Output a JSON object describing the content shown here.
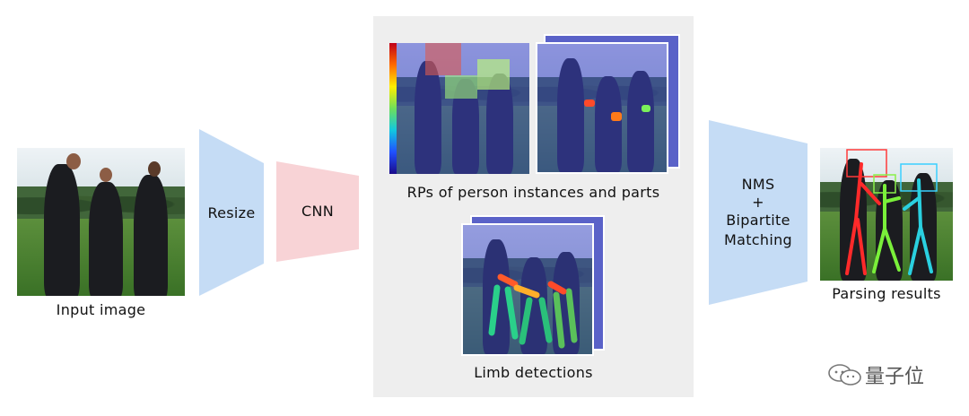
{
  "labels": {
    "input": "Input image",
    "resize": "Resize",
    "cnn": "CNN",
    "rps": "RPs of person instances and parts",
    "limb": "Limb detections",
    "nms": "NMS",
    "plus": "+",
    "bipartite": "Bipartite",
    "matching": "Matching",
    "parsing": "Parsing results",
    "watermark": "量子位"
  },
  "colors": {
    "resize_trapezoid": "#c5dcf5",
    "cnn_trapezoid": "#f8d3d6",
    "nms_trapezoid": "#c5dcf5",
    "panel_background": "#eeeeee"
  }
}
